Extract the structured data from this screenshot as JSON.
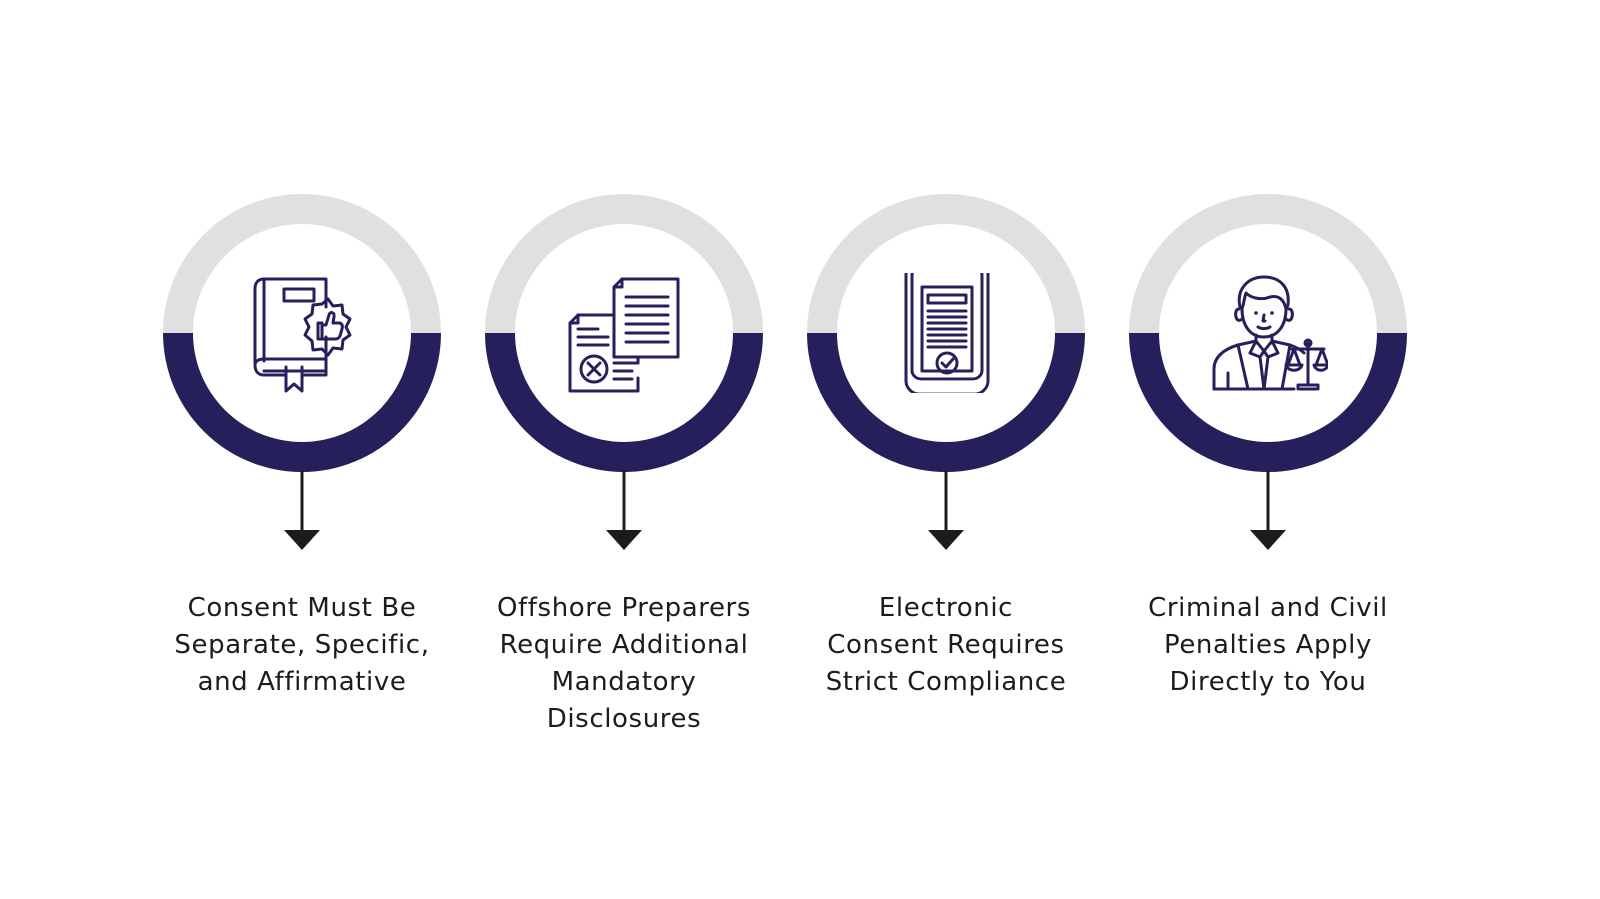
{
  "colors": {
    "ring_top": "#e0e0e0",
    "ring_bottom": "#25205c",
    "icon_stroke": "#25205c",
    "arrow": "#1c1c1c",
    "text": "#1c1c1c"
  },
  "steps": [
    {
      "icon": "book-thumbs-up-icon",
      "label_lines": [
        "Consent Must Be",
        "Separate, Specific,",
        "and Affirmative"
      ]
    },
    {
      "icon": "documents-rejected-icon",
      "label_lines": [
        "Offshore Preparers",
        "Require Additional",
        "Mandatory",
        "Disclosures"
      ]
    },
    {
      "icon": "mobile-document-check-icon",
      "label_lines": [
        "Electronic",
        "Consent Requires",
        "Strict Compliance"
      ]
    },
    {
      "icon": "lawyer-scales-icon",
      "label_lines": [
        "Criminal and Civil",
        "Penalties Apply",
        "Directly to You"
      ]
    }
  ]
}
